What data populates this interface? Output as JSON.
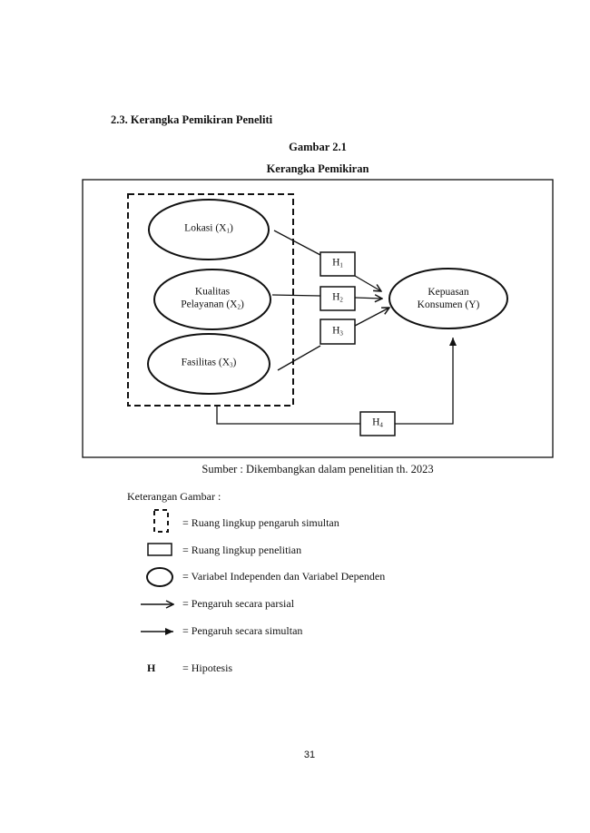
{
  "section_heading": "2.3. Kerangka Pemikiran Peneliti",
  "figure_number": "Gambar 2.1",
  "figure_title": "Kerangka Pemikiran",
  "diagram": {
    "x1": {
      "name": "Lokasi (X",
      "sub": "1",
      "close": ")"
    },
    "x2": {
      "line1": "Kualitas",
      "name": "Pelayanan (X",
      "sub": "2",
      "close": ")"
    },
    "x3": {
      "name": "Fasilitas (X",
      "sub": "3",
      "close": ")"
    },
    "y": {
      "line1": "Kepuasan",
      "line2": "Konsumen (Y)"
    },
    "hypotheses": [
      {
        "h": "H",
        "sub": "1"
      },
      {
        "h": "H",
        "sub": "2"
      },
      {
        "h": "H",
        "sub": "3"
      },
      {
        "h": "H",
        "sub": "4"
      }
    ]
  },
  "source": "Sumber : Dikembangkan dalam penelitian th. 2023",
  "legend": {
    "title": "Keterangan Gambar :",
    "items": [
      "= Ruang lingkup pengaruh simultan",
      "= Ruang lingkup penelitian",
      "= Variabel Independen dan Variabel Dependen",
      "= Pengaruh secara parsial",
      "= Pengaruh secara simultan"
    ],
    "h_symbol": "H",
    "h_text": "= Hipotesis"
  },
  "page_number": "31"
}
